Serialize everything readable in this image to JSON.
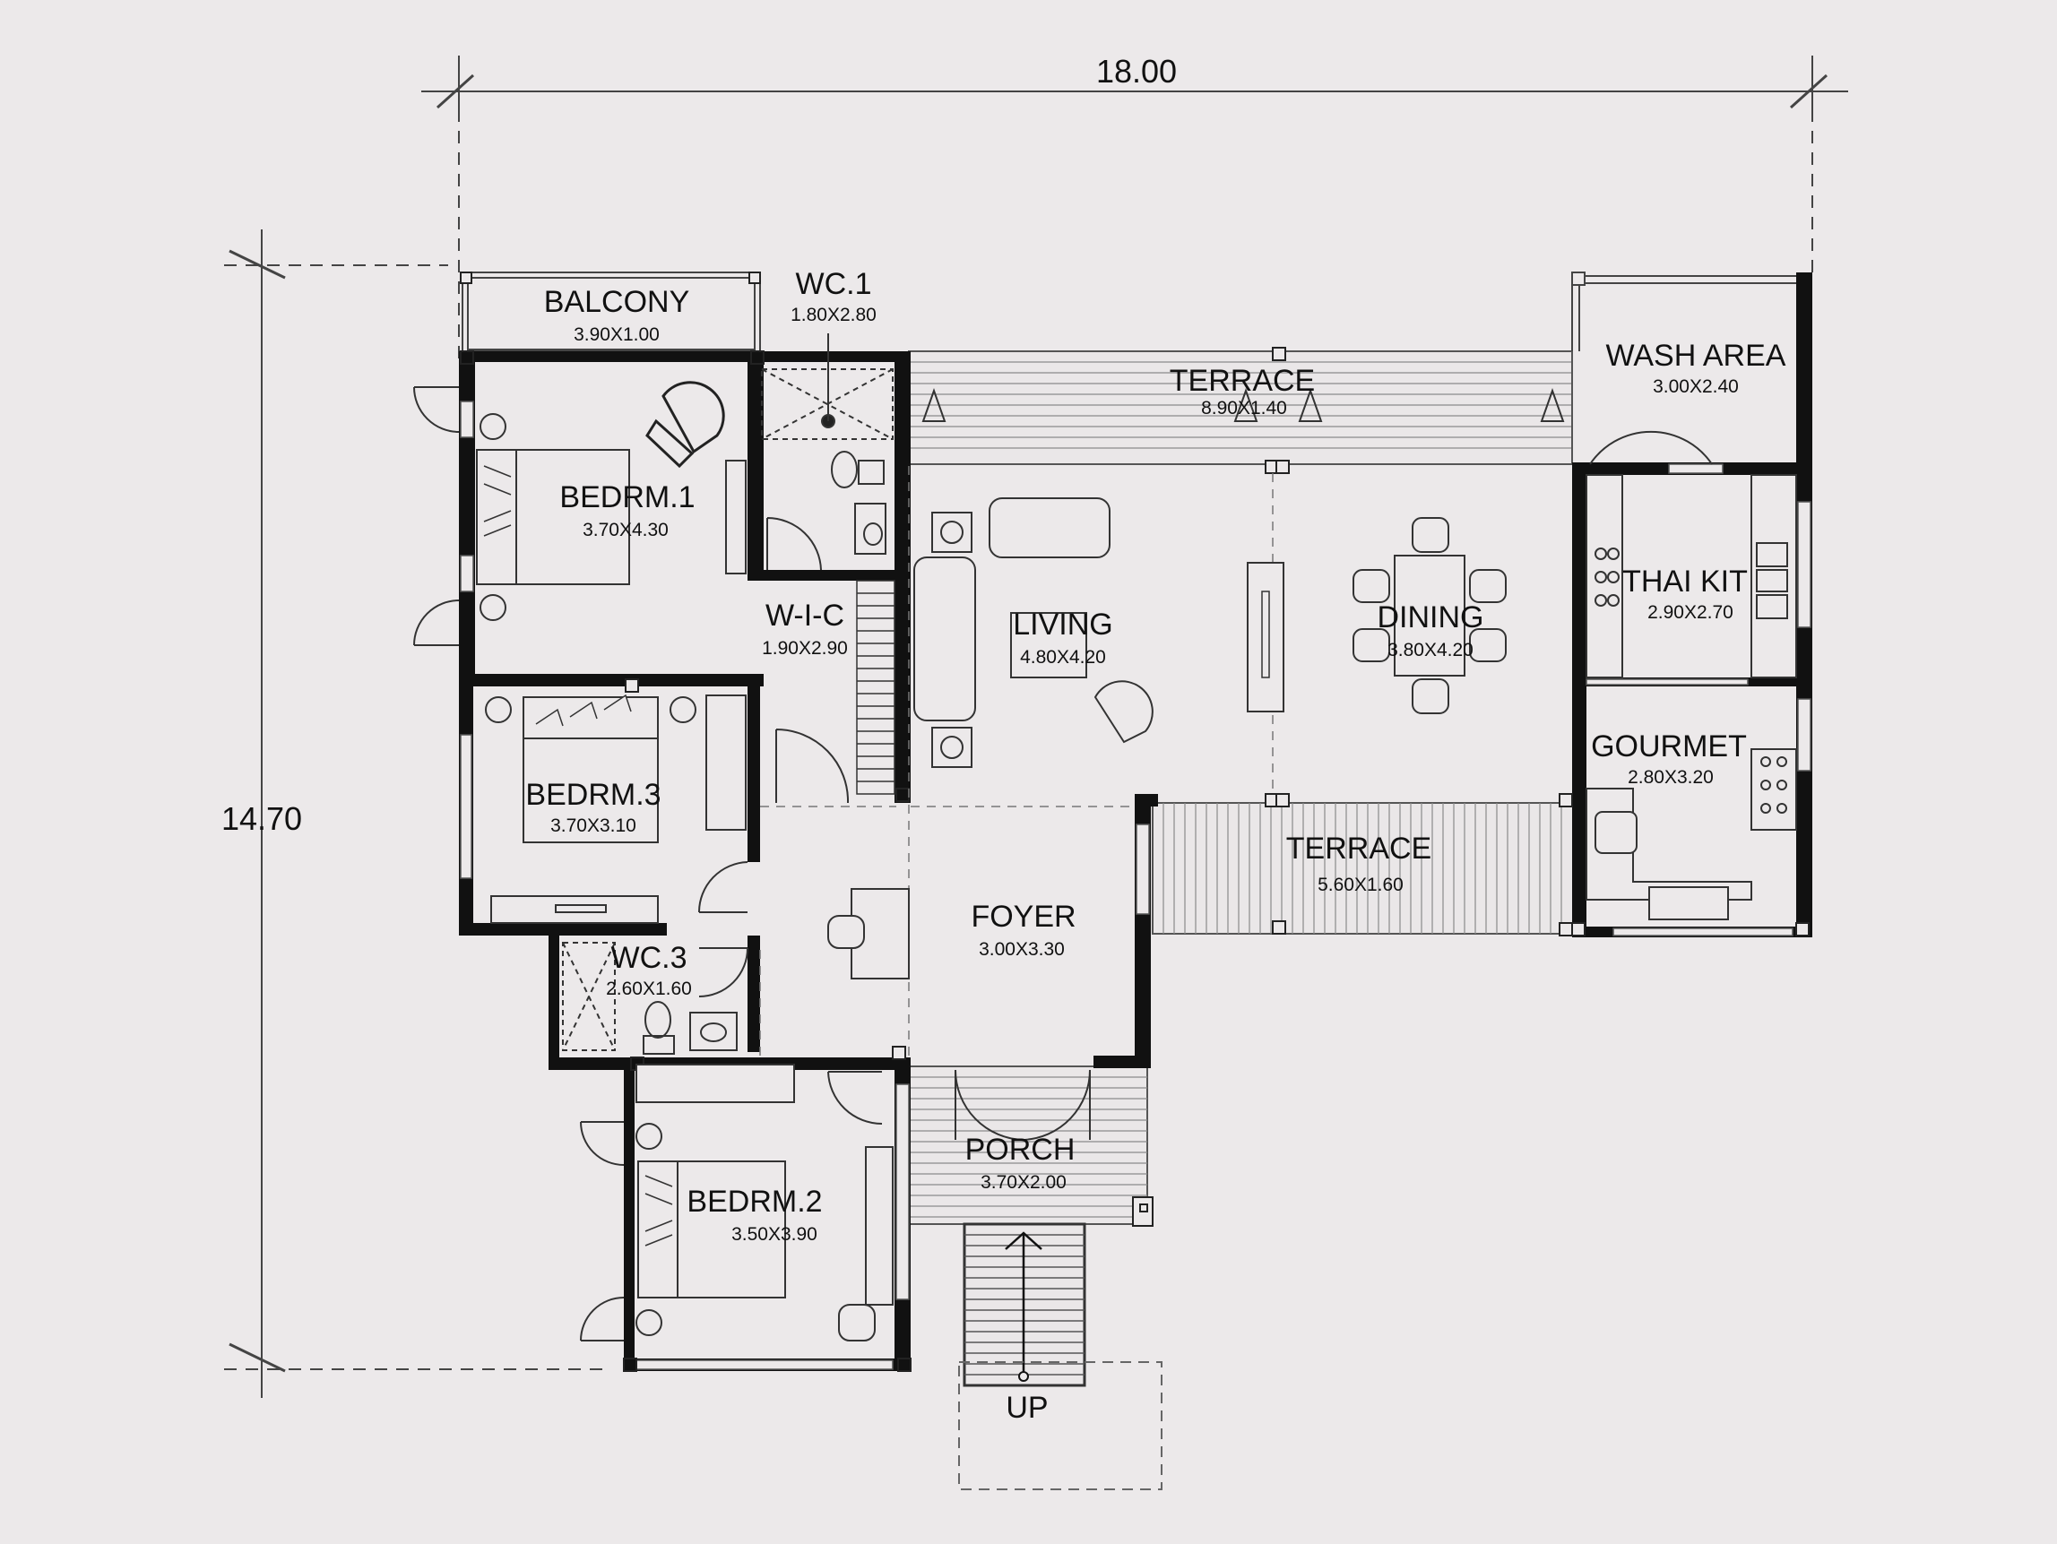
{
  "dimensions": {
    "width": "18.00",
    "height": "14.70"
  },
  "rooms": [
    {
      "id": "balcony",
      "name": "BALCONY",
      "size": "3.90X1.00"
    },
    {
      "id": "wc1",
      "name": "WC.1",
      "size": "1.80X2.80"
    },
    {
      "id": "terrace-north",
      "name": "TERRACE",
      "size": "8.90X1.40"
    },
    {
      "id": "wash-area",
      "name": "WASH AREA",
      "size": "3.00X2.40"
    },
    {
      "id": "bedrm1",
      "name": "BEDRM.1",
      "size": "3.70X4.30"
    },
    {
      "id": "thai-kit",
      "name": "THAI KIT",
      "size": "2.90X2.70"
    },
    {
      "id": "wic",
      "name": "W-I-C",
      "size": "1.90X2.90"
    },
    {
      "id": "living",
      "name": "LIVING",
      "size": "4.80X4.20"
    },
    {
      "id": "dining",
      "name": "DINING",
      "size": "3.80X4.20"
    },
    {
      "id": "gourmet",
      "name": "GOURMET",
      "size": "2.80X3.20"
    },
    {
      "id": "bedrm3",
      "name": "BEDRM.3",
      "size": "3.70X3.10"
    },
    {
      "id": "terrace-south",
      "name": "TERRACE",
      "size": "5.60X1.60"
    },
    {
      "id": "foyer",
      "name": "FOYER",
      "size": "3.00X3.30"
    },
    {
      "id": "wc3",
      "name": "WC.3",
      "size": "2.60X1.60"
    },
    {
      "id": "porch",
      "name": "PORCH",
      "size": "3.70X2.00"
    },
    {
      "id": "bedrm2",
      "name": "BEDRM.2",
      "size": "3.50X3.90"
    }
  ],
  "stair_label": "UP"
}
